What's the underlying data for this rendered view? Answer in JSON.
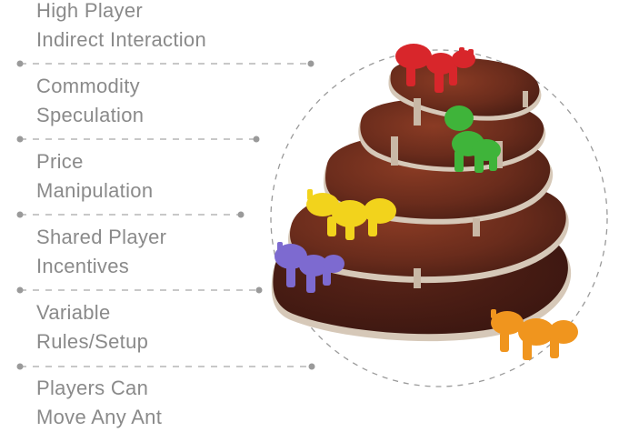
{
  "features": [
    {
      "line1": "High Player",
      "line2": "Indirect Interaction"
    },
    {
      "line1": "Commodity",
      "line2": "Speculation"
    },
    {
      "line1": "Price",
      "line2": "Manipulation"
    },
    {
      "line1": "Shared Player",
      "line2": "Incentives"
    },
    {
      "line1": "Variable",
      "line2": "Rules/Setup"
    },
    {
      "line1": "Players Can",
      "line2": "Move Any Ant"
    }
  ],
  "colors": {
    "text": "#8a8a8a",
    "connector": "#9a9a9a",
    "wood": "#5e2a1c",
    "wood_edge": "#c9b8a6",
    "ant_red": "#d8262b",
    "ant_green": "#3fb43a",
    "ant_yellow": "#f2d31c",
    "ant_purple": "#7d6ad0",
    "ant_orange": "#f0951e"
  },
  "illustration": {
    "subject": "stacked-wooden-tiers-with-ant-meeples",
    "ants": [
      "red",
      "green",
      "yellow",
      "purple",
      "orange"
    ]
  }
}
